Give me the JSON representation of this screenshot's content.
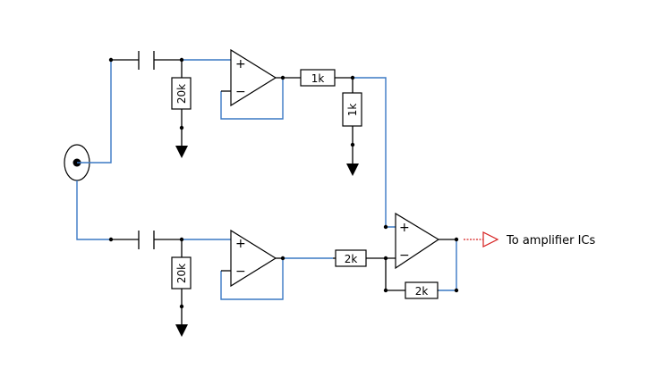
{
  "diagram": {
    "resistors": {
      "r_top_shunt": "20k",
      "r_top_series": "1k",
      "r_top_shunt2": "1k",
      "r_bot_shunt": "20k",
      "r_bot_series": "2k",
      "r_feedback": "2k"
    },
    "opamp_signs": {
      "plus": "+",
      "minus": "−"
    },
    "output_label": "To amplifier ICs",
    "colors": {
      "wire": "#3a78c4",
      "component": "#000000",
      "output_arrow": "#d62020"
    }
  }
}
